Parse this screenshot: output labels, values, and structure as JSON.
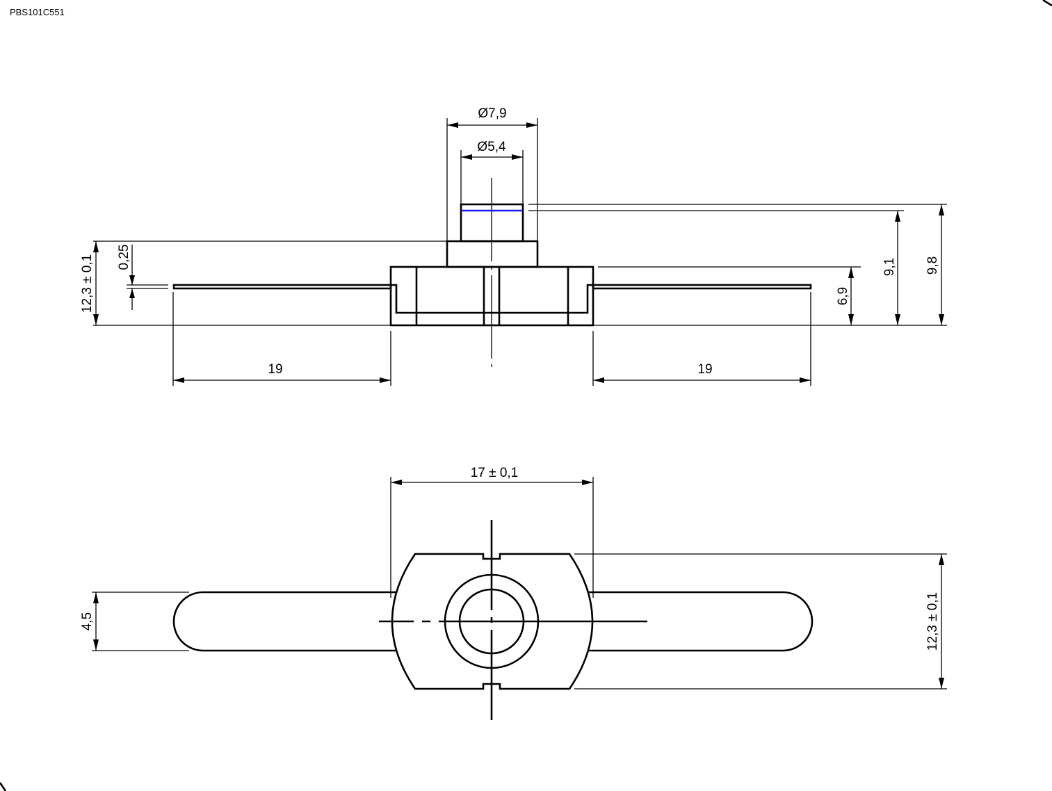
{
  "part_code": "PBS101C551",
  "colors": {
    "line": "#000000",
    "accent": "#1a1aff"
  },
  "side_view": {
    "dia_outer": "Ø7,9",
    "dia_inner": "Ø5,4",
    "height_total": "12,3 ± 0,1",
    "tab_thickness": "0,25",
    "lead_left": "19",
    "lead_right": "19",
    "height_body": "6,9",
    "height_button": "9,1",
    "height_max": "9,8"
  },
  "top_view": {
    "width": "17 ± 0,1",
    "lead_width": "4,5",
    "height": "12,3 ± 0,1"
  }
}
